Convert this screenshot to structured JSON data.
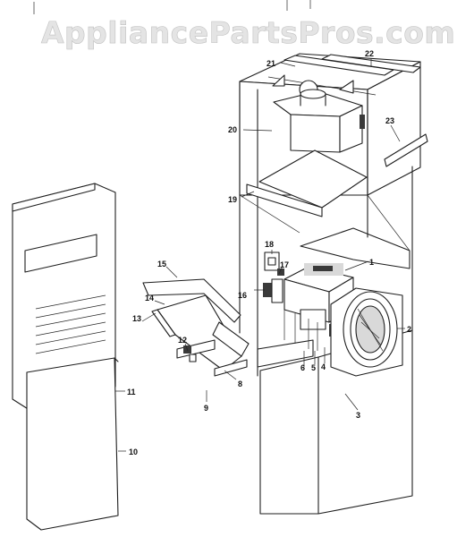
{
  "watermark": "AppliancePartsPros.com",
  "callouts": [
    "1",
    "2",
    "3",
    "4",
    "5",
    "6",
    "8",
    "9",
    "10",
    "11",
    "12",
    "13",
    "14",
    "15",
    "16",
    "17",
    "18",
    "19",
    "20",
    "21",
    "22",
    "23"
  ]
}
